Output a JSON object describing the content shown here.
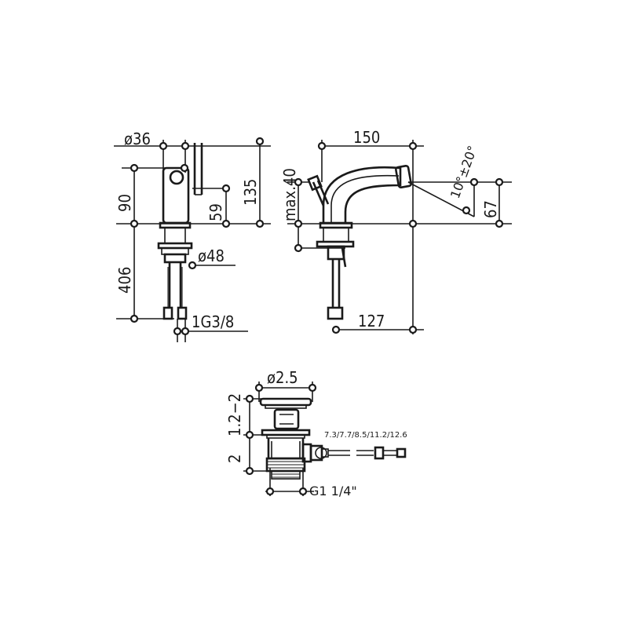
{
  "views": {
    "front": {
      "dia_top": "ø36",
      "height_spout": "90",
      "height_body": "135",
      "lever_height": "59",
      "depth_below": "406",
      "dia_base": "ø48",
      "thread": "1G3/8"
    },
    "side": {
      "spout_reach": "150",
      "max_height": "max.40",
      "angle": "10°±20°",
      "outlet_height": "67",
      "base_reach": "127"
    },
    "waste": {
      "dia": "ø2.5",
      "height_top": "1.2−2",
      "height_body": "2",
      "rod_lengths": "7.3/7.7/8.5/11.2/12.6",
      "thread": "G1 1/4\""
    }
  }
}
